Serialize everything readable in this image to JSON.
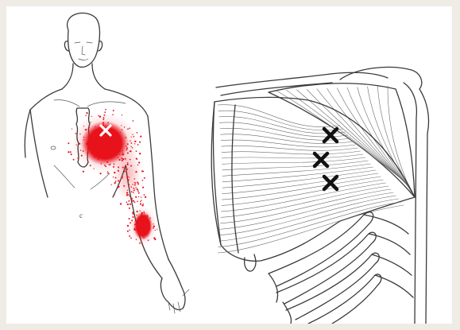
{
  "figure_label": "c",
  "colors": {
    "background": "#efece6",
    "panel": "#ffffff",
    "referred_pain": "#e8121b",
    "marker": "#111111",
    "trigger_point_marker": "#ffffff"
  },
  "icons": {
    "trigger_point": "x-mark",
    "anatomy": "muscle-fiber-illustration"
  }
}
